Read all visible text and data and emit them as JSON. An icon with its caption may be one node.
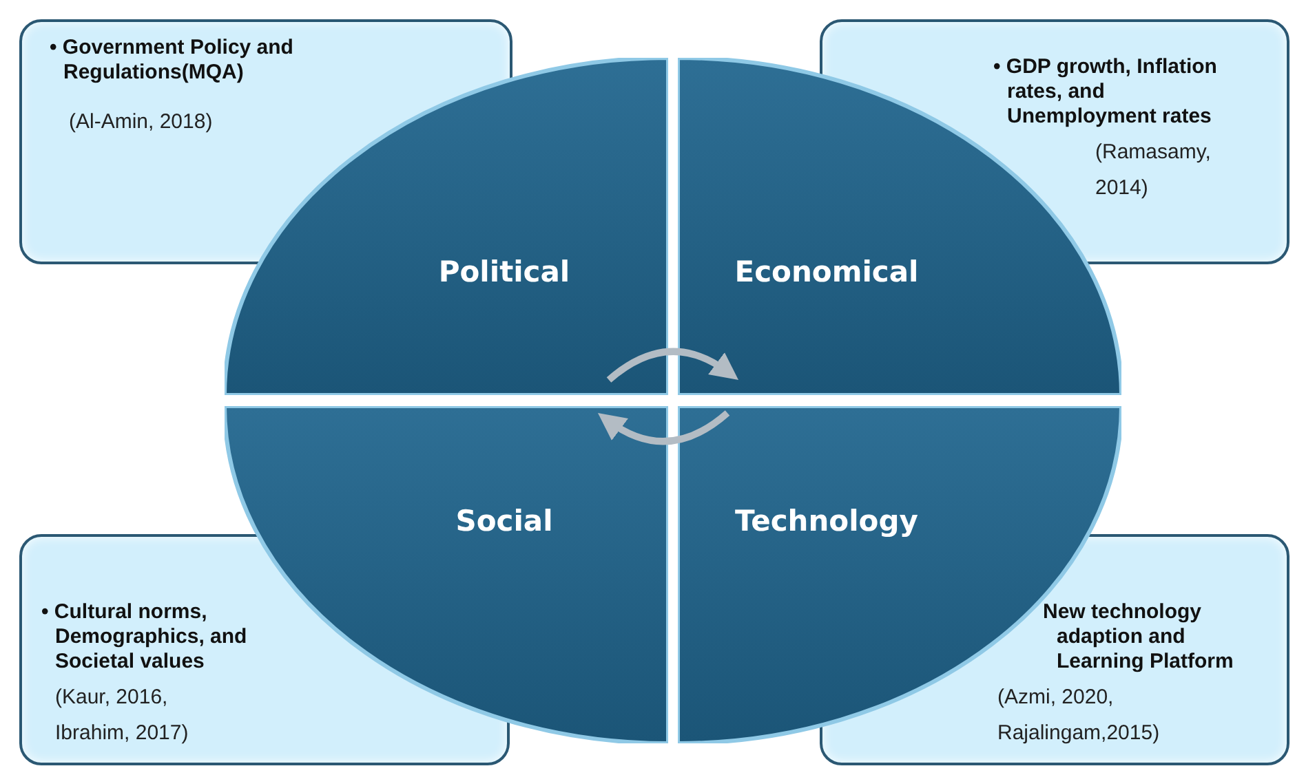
{
  "diagram": {
    "nodes": [
      {
        "text": [
          "• Government Policy and Regulations(MQA)",
          "(Al-Amin, 2018)"
        ]
      },
      {
        "text": [
          "• GDP growth, Inflation rates, and Unemployment rates",
          "(Ramasamy, 2014)"
        ]
      },
      {
        "text": [
          "Political"
        ]
      },
      {
        "text": [
          "Economical"
        ]
      },
      {
        "text": [
          "Social"
        ]
      },
      {
        "text": [
          "Technology"
        ]
      },
      {
        "text": [
          "• Cultural norms, Demographics, and Societal values",
          "(Kaur, 2016, Ibrahim, 2017)"
        ]
      },
      {
        "text": [
          "New technology adaption and Learning Platform",
          "(Azmi, 2020, Rajalingam,2015)"
        ]
      }
    ],
    "edges": [
      {
        "from": 2,
        "to": 3,
        "arrow": "to"
      },
      {
        "from": 5,
        "to": 4,
        "arrow": "to"
      }
    ]
  }
}
